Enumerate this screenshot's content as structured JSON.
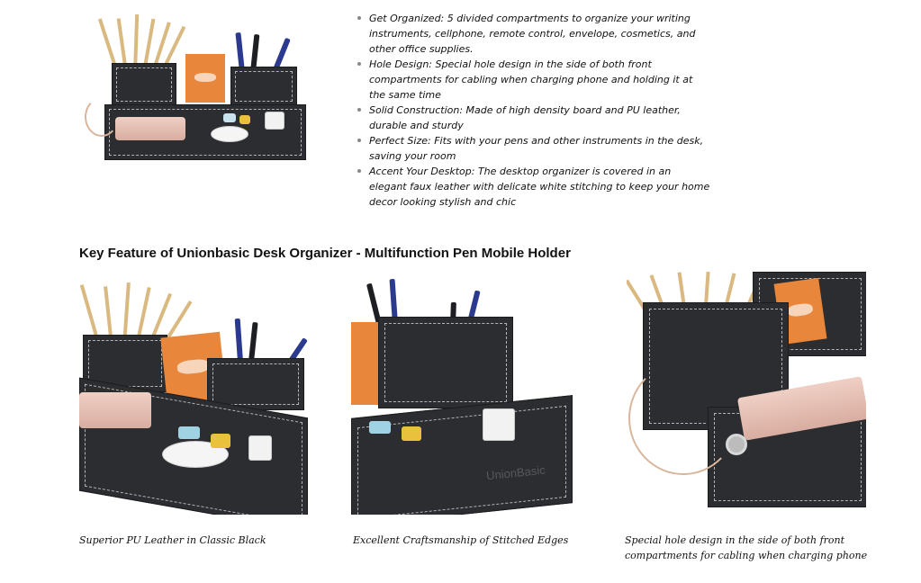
{
  "features": [
    "Get Organized: 5 divided compartments to organize your writing instruments, cellphone, remote control, envelope, cosmetics, and other office supplies.",
    "Hole Design: Special hole design in the side of both front compartments for cabling when charging phone and holding it at the same time",
    "Solid Construction: Made of high density board and PU leather, durable and sturdy",
    "Perfect Size: Fits with your pens and other instruments in the desk, saving your room",
    "Accent Your Desktop: The desktop organizer is covered in an elegant faux leather with delicate white stitching to keep your home decor looking stylish and chic"
  ],
  "section_heading": "Key Feature of Unionbasic Desk Organizer - Multifunction Pen Mobile Holder",
  "captions": [
    "Superior PU Leather in Classic Black",
    "Excellent Craftsmanship of Stitched Edges",
    "Special hole design in the side of both front compartments for cabling when charging phone"
  ],
  "brand_emboss": "UnionBasic",
  "colors": {
    "leather": "#2b2d30",
    "notebook": "#e8873b",
    "phone": "#e3bcb0",
    "pen": "#2b3a8f",
    "pencil": "#d9b980"
  },
  "icons": [
    "bullet-icon"
  ]
}
